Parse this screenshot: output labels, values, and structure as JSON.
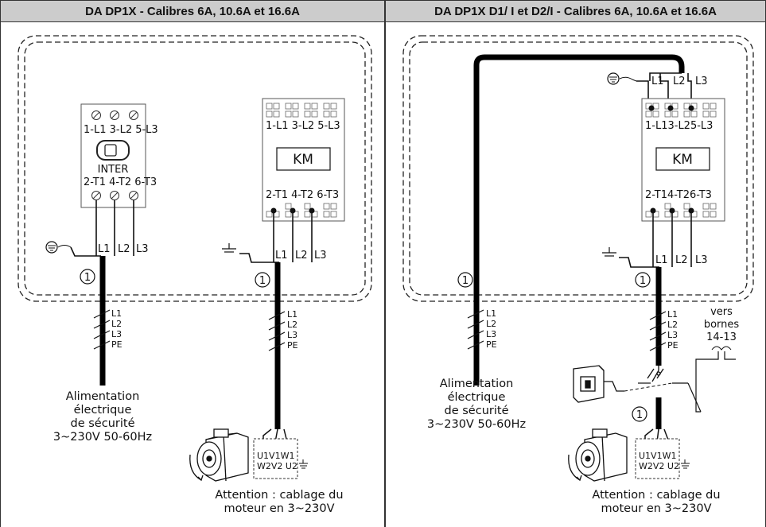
{
  "left": {
    "title": "DA DP1X  - Calibres 6A, 10.6A et 16.6A",
    "inter": {
      "top_labels": "1-L1 3-L2 5-L3",
      "name": "INTER",
      "bottom_labels": "2-T1 4-T2 6-T3"
    },
    "km": {
      "top_labels": "1-L1 3-L2 5-L3",
      "name": "KM",
      "bottom_labels": "2-T1 4-T2 6-T3"
    },
    "phases": {
      "l1": "L1",
      "l2": "L2",
      "l3": "L3"
    },
    "cable_labels": {
      "l1": "L1",
      "l2": "L2",
      "l3": "L3",
      "pe": "PE"
    },
    "cable_number": "1",
    "supply_caption": {
      "line1": "Alimentation",
      "line2": "électrique",
      "line3": "de sécurité",
      "line4": "3~230V 50-60Hz"
    },
    "motor": {
      "top": "U1V1W1",
      "bottom": "W2V2 U2"
    },
    "motor_caption": {
      "line1": "Attention : cablage du",
      "line2": "moteur en 3~230V"
    }
  },
  "right": {
    "title": "DA DP1X D1/ I et D2/I - Calibres 6A, 10.6A et 16.6A",
    "km": {
      "top_labels": "1-L13-L25-L3",
      "name": "KM",
      "bottom_labels": "2-T14-T26-T3"
    },
    "phases": {
      "l1": "L1",
      "l2": "L2",
      "l3": "L3"
    },
    "cable_labels": {
      "l1": "L1",
      "l2": "L2",
      "l3": "L3",
      "pe": "PE"
    },
    "cable_number": "1",
    "supply_caption": {
      "line1": "Alimentation",
      "line2": "électrique",
      "line3": "de sécurité",
      "line4": "3~230V 50-60Hz"
    },
    "vers": {
      "line1": "vers",
      "line2": "bornes",
      "line3": "14-13"
    },
    "motor": {
      "top": "U1V1W1",
      "bottom": "W2V2 U2"
    },
    "motor_caption": {
      "line1": "Attention : cablage du",
      "line2": "moteur en 3~230V"
    }
  }
}
